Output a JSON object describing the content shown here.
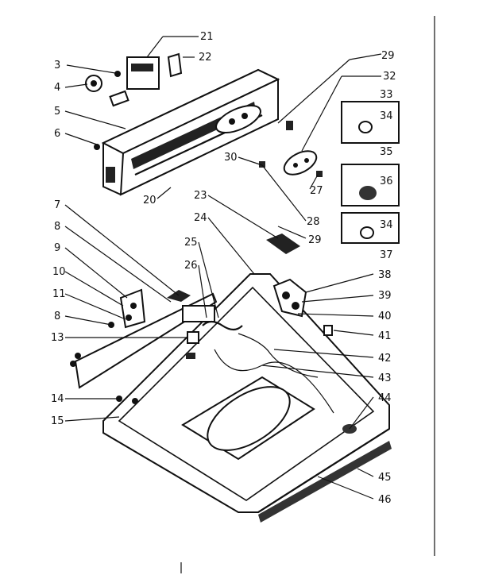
{
  "diagram": {
    "callouts": [
      {
        "id": "21",
        "text": "21"
      },
      {
        "id": "22",
        "text": "22"
      },
      {
        "id": "3",
        "text": "3"
      },
      {
        "id": "4",
        "text": "4"
      },
      {
        "id": "5",
        "text": "5"
      },
      {
        "id": "6a",
        "text": "6"
      },
      {
        "id": "29a",
        "text": "29"
      },
      {
        "id": "32",
        "text": "32"
      },
      {
        "id": "33",
        "text": "33"
      },
      {
        "id": "34a",
        "text": "34"
      },
      {
        "id": "30",
        "text": "30"
      },
      {
        "id": "35",
        "text": "35"
      },
      {
        "id": "36",
        "text": "36"
      },
      {
        "id": "27",
        "text": "27"
      },
      {
        "id": "20",
        "text": "20"
      },
      {
        "id": "28a",
        "text": "28"
      },
      {
        "id": "23",
        "text": "23"
      },
      {
        "id": "24",
        "text": "24"
      },
      {
        "id": "29b",
        "text": "29"
      },
      {
        "id": "34b",
        "text": "34"
      },
      {
        "id": "37",
        "text": "37"
      },
      {
        "id": "7",
        "text": "7"
      },
      {
        "id": "8a",
        "text": "8"
      },
      {
        "id": "25",
        "text": "25"
      },
      {
        "id": "9",
        "text": "9"
      },
      {
        "id": "26",
        "text": "26"
      },
      {
        "id": "10",
        "text": "10"
      },
      {
        "id": "38",
        "text": "38"
      },
      {
        "id": "11",
        "text": "11"
      },
      {
        "id": "39",
        "text": "39"
      },
      {
        "id": "8b",
        "text": "8"
      },
      {
        "id": "40",
        "text": "40"
      },
      {
        "id": "41",
        "text": "41"
      },
      {
        "id": "13",
        "text": "13"
      },
      {
        "id": "42",
        "text": "42"
      },
      {
        "id": "43",
        "text": "43"
      },
      {
        "id": "14",
        "text": "14"
      },
      {
        "id": "44",
        "text": "44"
      },
      {
        "id": "15",
        "text": "15"
      },
      {
        "id": "45",
        "text": "45"
      },
      {
        "id": "46",
        "text": "46"
      }
    ]
  }
}
